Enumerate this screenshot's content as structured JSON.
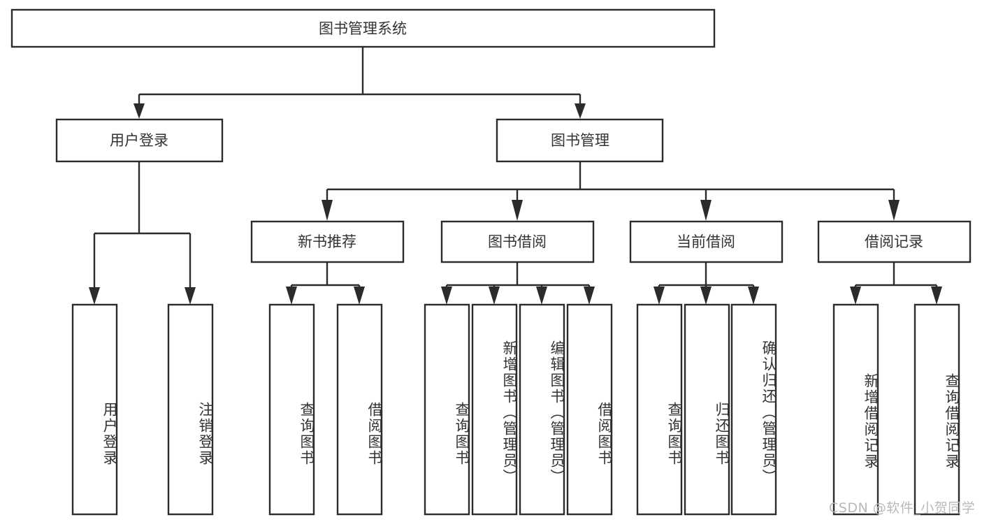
{
  "diagram": {
    "type": "tree-hierarchy-diagram",
    "title": "图书管理系统",
    "watermark": "CSDN @软件_小贺同学",
    "colors": {
      "background": "#ffffff",
      "box_fill": "#ffffff",
      "box_stroke": "#2b2b2b",
      "text": "#333333",
      "watermark": "#b9b9b9"
    },
    "levels": [
      {
        "level": 1,
        "nodes": [
          {
            "id": "root",
            "label": "图书管理系统",
            "orientation": "horizontal"
          }
        ]
      },
      {
        "level": 2,
        "nodes": [
          {
            "id": "user-login",
            "label": "用户登录",
            "orientation": "horizontal",
            "parent": "root"
          },
          {
            "id": "book-manage",
            "label": "图书管理",
            "orientation": "horizontal",
            "parent": "root"
          }
        ]
      },
      {
        "level": 3,
        "nodes": [
          {
            "id": "new-book-rec",
            "label": "新书推荐",
            "orientation": "horizontal",
            "parent": "book-manage"
          },
          {
            "id": "book-borrow",
            "label": "图书借阅",
            "orientation": "horizontal",
            "parent": "book-manage"
          },
          {
            "id": "current-borrow",
            "label": "当前借阅",
            "orientation": "horizontal",
            "parent": "book-manage"
          },
          {
            "id": "borrow-record",
            "label": "借阅记录",
            "orientation": "horizontal",
            "parent": "book-manage"
          }
        ]
      },
      {
        "level": 4,
        "nodes": [
          {
            "id": "leaf-user-login",
            "label": "用户登录",
            "orientation": "vertical",
            "parent": "user-login"
          },
          {
            "id": "leaf-logout",
            "label": "注销登录",
            "orientation": "vertical",
            "parent": "user-login"
          },
          {
            "id": "leaf-query-book-1",
            "label": "查询图书",
            "orientation": "vertical",
            "parent": "new-book-rec"
          },
          {
            "id": "leaf-borrow-book-1",
            "label": "借阅图书",
            "orientation": "vertical",
            "parent": "new-book-rec"
          },
          {
            "id": "leaf-query-book-2",
            "label": "查询图书",
            "orientation": "vertical",
            "parent": "book-borrow"
          },
          {
            "id": "leaf-add-book",
            "label": "新增图书（管理员）",
            "orientation": "vertical",
            "parent": "book-borrow"
          },
          {
            "id": "leaf-edit-book",
            "label": "编辑图书（管理员）",
            "orientation": "vertical",
            "parent": "book-borrow"
          },
          {
            "id": "leaf-borrow-book-2",
            "label": "借阅图书",
            "orientation": "vertical",
            "parent": "book-borrow"
          },
          {
            "id": "leaf-query-book-3",
            "label": "查询图书",
            "orientation": "vertical",
            "parent": "current-borrow"
          },
          {
            "id": "leaf-return-book",
            "label": "归还图书",
            "orientation": "vertical",
            "parent": "current-borrow"
          },
          {
            "id": "leaf-confirm-return",
            "label": "确认归还（管理员）",
            "orientation": "vertical",
            "parent": "current-borrow"
          },
          {
            "id": "leaf-add-record",
            "label": "新增借阅记录",
            "orientation": "vertical",
            "parent": "borrow-record"
          },
          {
            "id": "leaf-query-record",
            "label": "查询借阅记录",
            "orientation": "vertical",
            "parent": "borrow-record"
          }
        ]
      }
    ]
  }
}
